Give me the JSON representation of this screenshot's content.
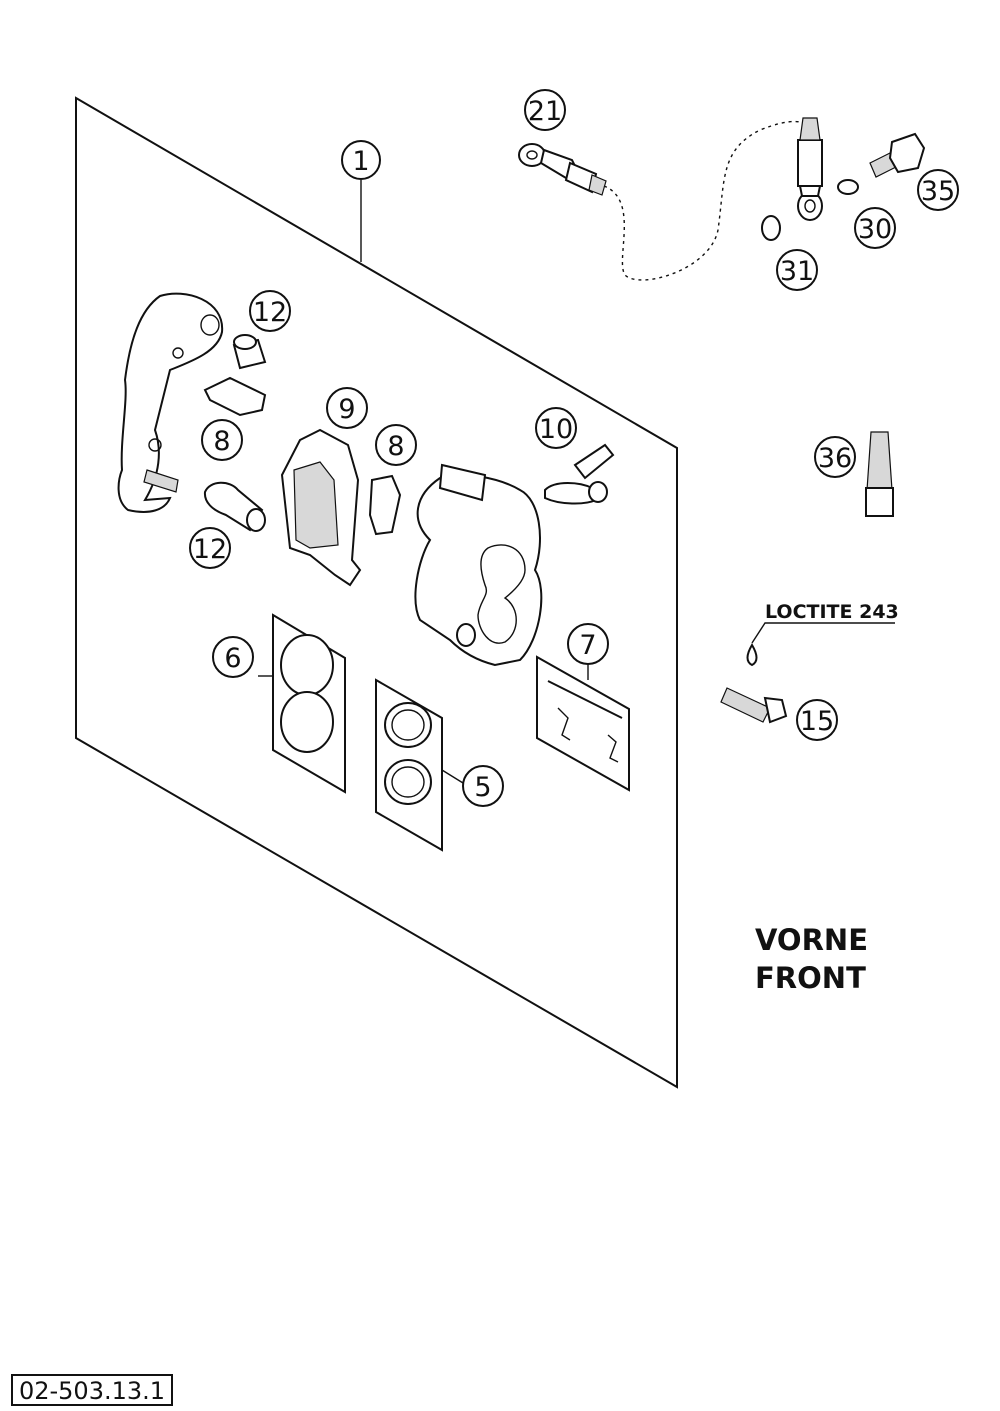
{
  "diagram": {
    "callouts": {
      "c1": "1",
      "c5": "5",
      "c6": "6",
      "c7": "7",
      "c8a": "8",
      "c8b": "8",
      "c9": "9",
      "c10": "10",
      "c12a": "12",
      "c12b": "12",
      "c15": "15",
      "c21": "21",
      "c30": "30",
      "c31": "31",
      "c35": "35",
      "c36": "36"
    },
    "note_loctite": "LOCTITE 243",
    "heading_line1": "VORNE",
    "heading_line2": "FRONT",
    "drawing_code": "02-503.13.1"
  }
}
